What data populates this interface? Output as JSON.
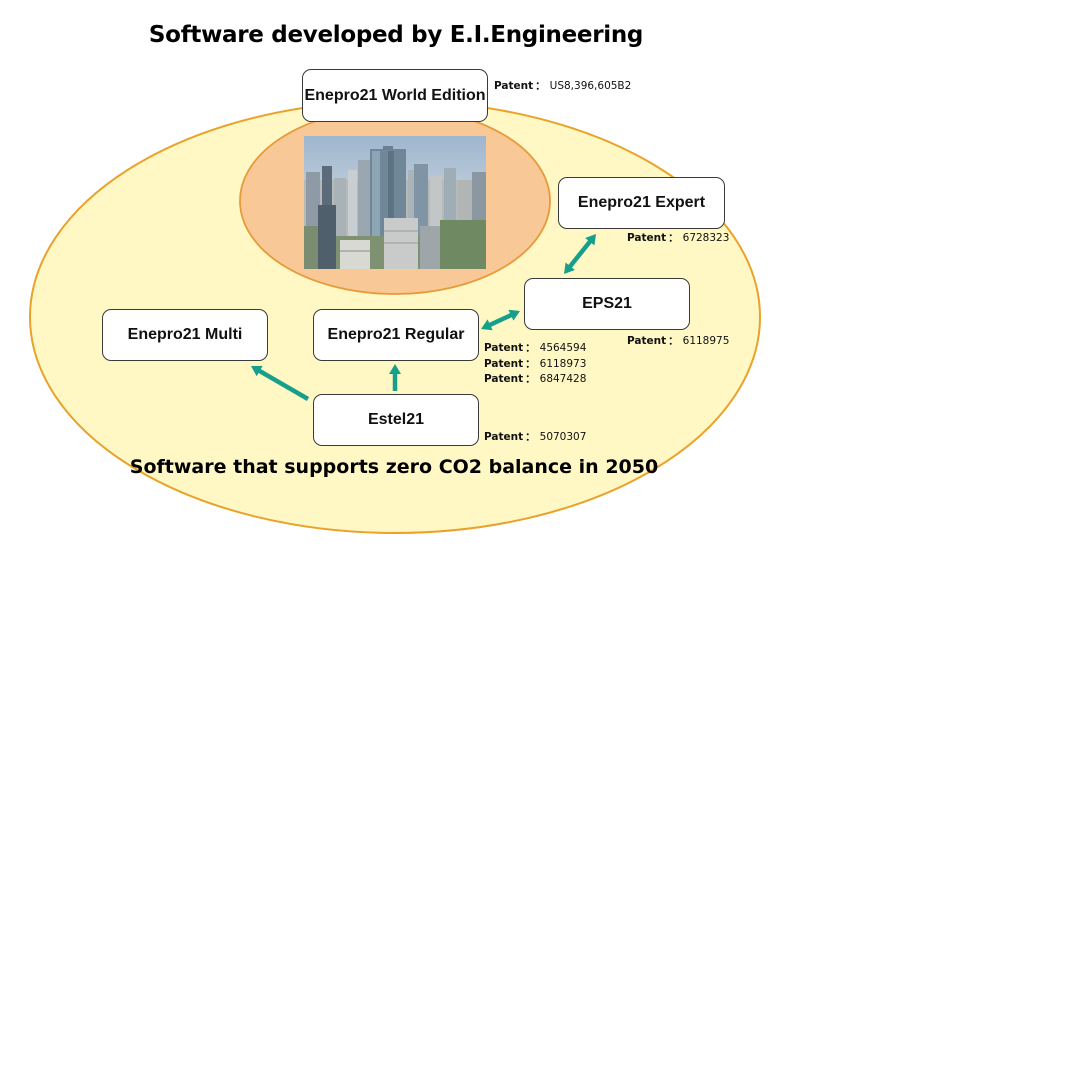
{
  "title": "Software developed by E.I.Engineering",
  "subtitle": "Software that supports zero CO2 balance in 2050",
  "colors": {
    "outer_ellipse_fill": "#fff8c4",
    "outer_ellipse_stroke": "#e9a22a",
    "inner_ellipse_fill": "#f8c896",
    "inner_ellipse_stroke": "#e79a3a",
    "arrow": "#16a08c",
    "box_border": "#3a3a3a"
  },
  "boxes": {
    "world_edition": "Enepro21 World Edition",
    "expert": "Enepro21 Expert",
    "eps": "EPS21",
    "multi": "Enepro21 Multi",
    "regular": "Enepro21 Regular",
    "estel": "Estel21"
  },
  "patents": {
    "label": "Patent",
    "separator": "：",
    "world_edition": [
      "US8,396,605B2"
    ],
    "expert": [
      "6728323"
    ],
    "eps": [
      "6118975"
    ],
    "regular": [
      "4564594",
      "6118973",
      "6847428"
    ],
    "estel": [
      "5070307"
    ]
  },
  "image": {
    "icon": "city-skyline-photo-icon"
  }
}
